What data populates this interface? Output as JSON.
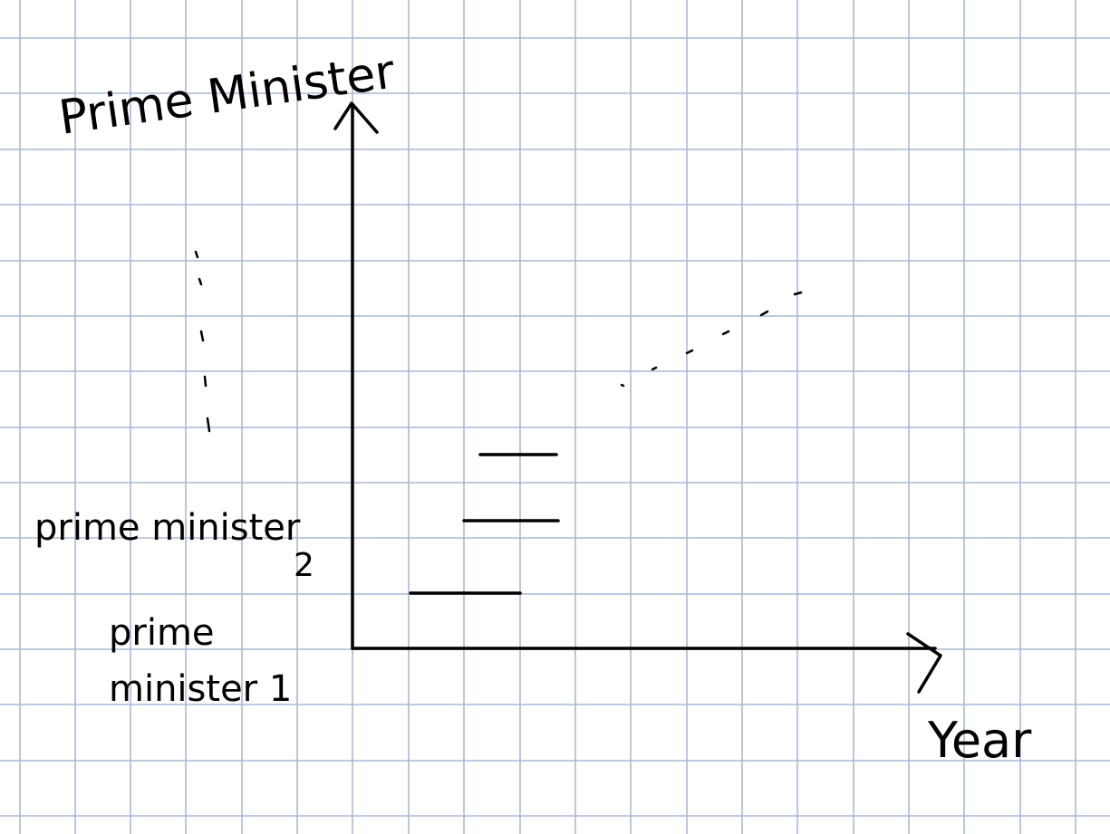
{
  "canvas": {
    "background": "#ffffff",
    "grid_color": "#a9b9d3",
    "ink_color": "#000000"
  },
  "labels": {
    "y_axis_title": "Prime Minister",
    "x_axis_title": "Year",
    "pm2_line1": "prime minister",
    "pm2_line2": "2",
    "pm1_line1": "prime",
    "pm1_line2": "minister 1"
  },
  "continuation": {
    "vertical_dots": 5,
    "diagonal_dashes": 6
  },
  "terms": [
    {
      "name": "term-1"
    },
    {
      "name": "term-2"
    },
    {
      "name": "term-3"
    }
  ]
}
